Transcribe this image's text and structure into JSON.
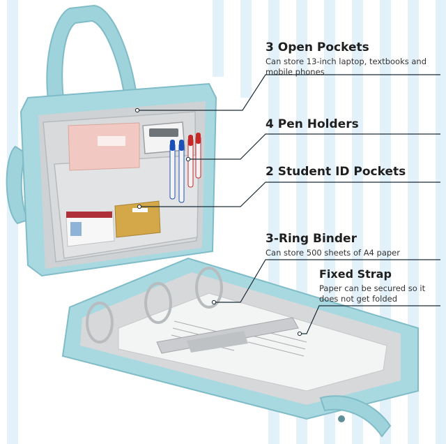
{
  "colors": {
    "bag_teal": "#9ed3dc",
    "bag_teal_dark": "#7fbcc7",
    "lining_grey": "#d4d6d8",
    "leader_line": "#1a2a35",
    "stripe_blue": "#e3f1fb"
  },
  "callouts": [
    {
      "title": "3 Open Pockets",
      "desc": "Can store 13-inch laptop, textbooks and mobile phones"
    },
    {
      "title": "4 Pen Holders",
      "desc": ""
    },
    {
      "title": "2 Student ID Pockets",
      "desc": ""
    },
    {
      "title": "3-Ring Binder",
      "desc": "Can store 500 sheets of A4 paper"
    },
    {
      "title": "Fixed Strap",
      "desc": "Paper can be secured so it does not get folded"
    }
  ]
}
